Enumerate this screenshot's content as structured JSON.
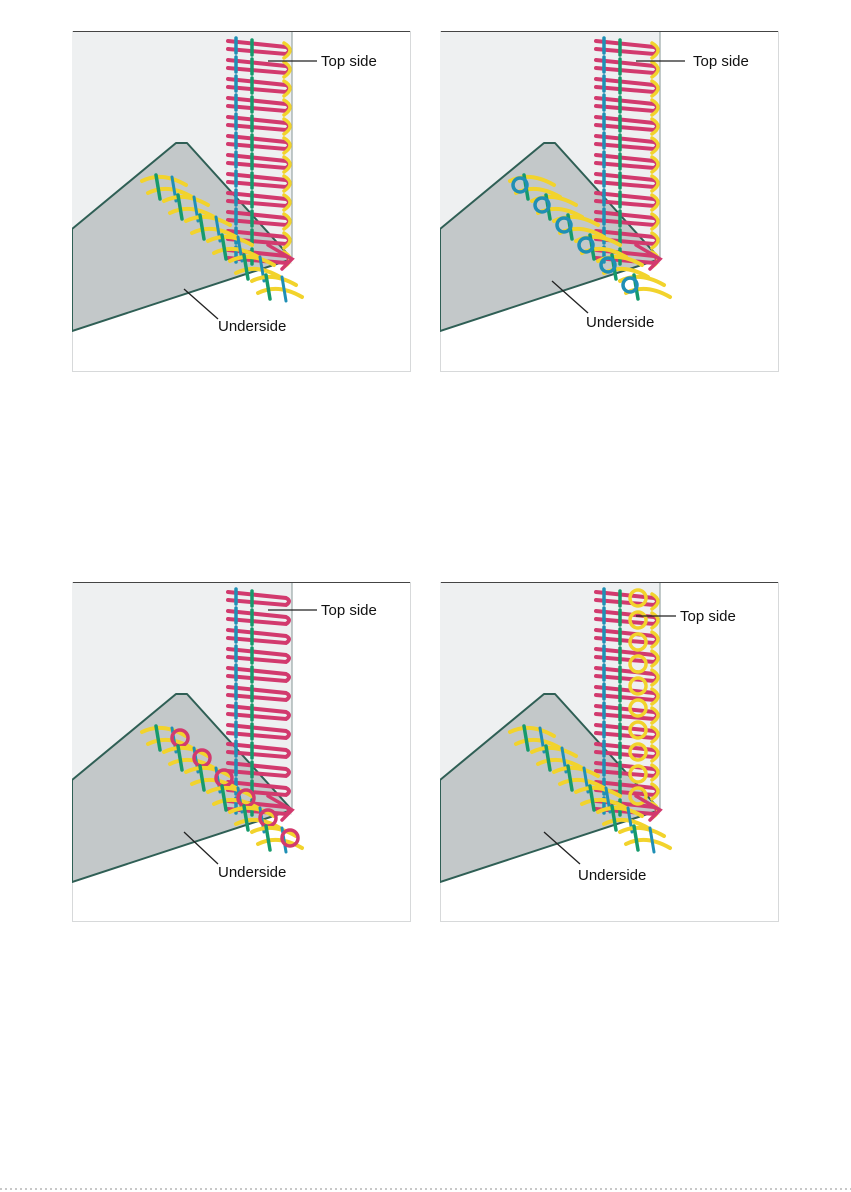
{
  "colors": {
    "fabric_top": "#eef0f1",
    "fabric_under": "#c3c8c9",
    "edge": "#2f5f55",
    "thread_red": "#d23a6e",
    "thread_yellow": "#f2d32c",
    "thread_blue": "#1f8fb5",
    "thread_green": "#169a6c"
  },
  "panels": [
    {
      "top_label": "Top side",
      "under_label": "Underside"
    },
    {
      "top_label": "Top side",
      "under_label": "Underside"
    },
    {
      "top_label": "Top side",
      "under_label": "Underside"
    },
    {
      "top_label": "Top side",
      "under_label": "Underside"
    }
  ]
}
